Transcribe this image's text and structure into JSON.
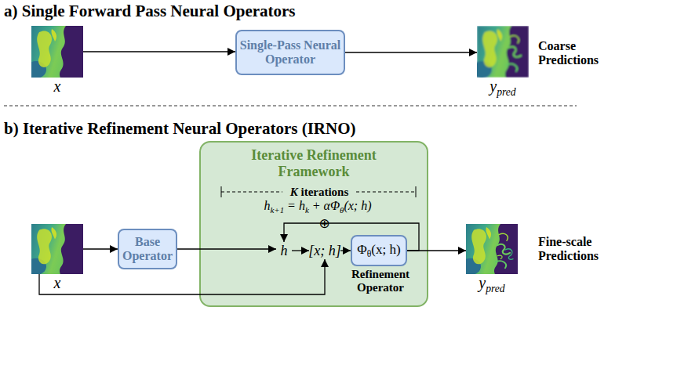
{
  "diagram": {
    "nodes": [
      {
        "text": [
          "x"
        ]
      },
      {
        "text": [
          "Single-Pass Neural Operator"
        ]
      },
      {
        "text": [
          "ypred"
        ]
      },
      {
        "text": [
          "x"
        ]
      },
      {
        "text": [
          "Base Operator"
        ]
      },
      {
        "text": [
          "Iterative Refinement Framework"
        ]
      },
      {
        "text": [
          "h"
        ],
        "in": 5
      },
      {
        "text": [
          "[x; h]"
        ],
        "in": 5
      },
      {
        "text": [
          "Φθ(x; h)",
          "Refinement Operator"
        ],
        "in": 5
      },
      {
        "text": [
          "ypred"
        ]
      }
    ],
    "edges": [
      {
        "from": 0,
        "to": 1,
        "arrow": "to"
      },
      {
        "from": 1,
        "to": 2,
        "arrow": "to"
      },
      {
        "from": 3,
        "to": 4,
        "arrow": "to"
      },
      {
        "from": 4,
        "to": 6,
        "arrow": "to"
      },
      {
        "from": 6,
        "to": 7,
        "arrow": "to"
      },
      {
        "from": 7,
        "to": 8,
        "arrow": "to"
      },
      {
        "from": 3,
        "to": 7,
        "arrow": "to"
      },
      {
        "from": 8,
        "to": 6,
        "label": "⊕",
        "arrow": "to"
      },
      {
        "from": 8,
        "to": 9,
        "arrow": "to"
      }
    ],
    "labels": [
      "a) Single Forward Pass Neural Operators",
      "Coarse Predictions",
      "b) Iterative Refinement Neural Operators (IRNO)",
      "K iterations",
      "hk+1 = hk + αΦθ(x; h)",
      "Fine-scale Predictions"
    ]
  }
}
